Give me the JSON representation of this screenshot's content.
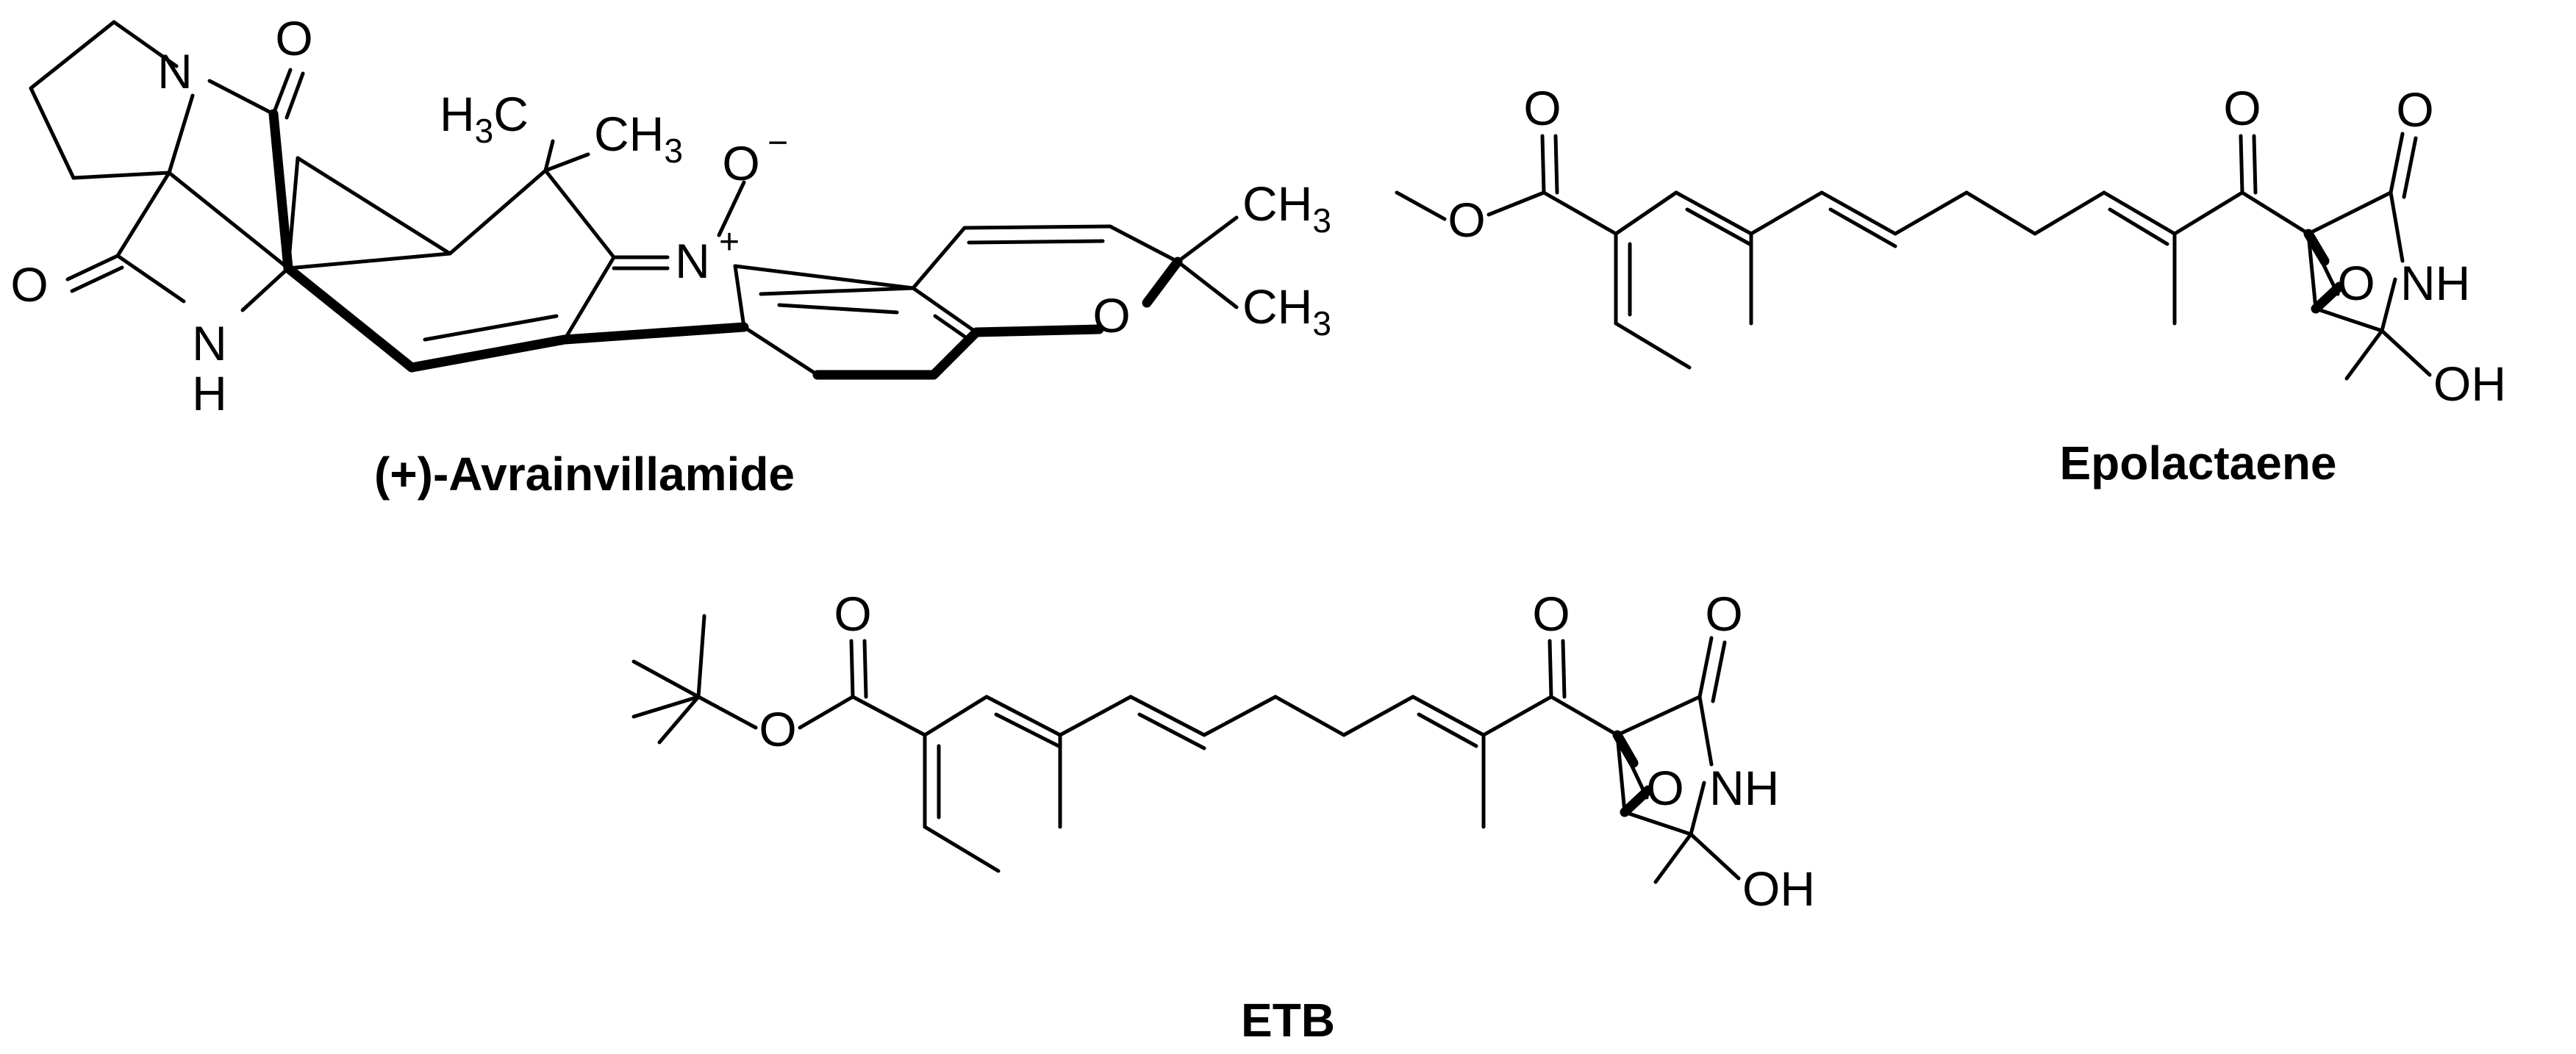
{
  "compounds": [
    {
      "name": "(+)-Avrainvillamide",
      "atoms": {
        "n_ring": "N",
        "o_ketone": "O",
        "o_lactam": "O",
        "nh_n": "N",
        "nh_h": "H",
        "me_h3": "H",
        "me_3a": "3",
        "me_c": "C",
        "ch3_c": "CH",
        "ch3_3": "3",
        "n_plus": "N",
        "plus": "+",
        "o_minus": "O",
        "minus": "−",
        "ch3_top": "CH",
        "ch3_top_3": "3",
        "ch3_bot": "CH",
        "ch3_bot_3": "3",
        "o_pyran": "O"
      }
    },
    {
      "name": "Epolactaene",
      "atoms": {
        "o_ester_carbonyl": "O",
        "o_ester": "O",
        "o_ketone": "O",
        "o_lactam": "O",
        "o_epoxide": "O",
        "nh": "NH",
        "oh": "OH"
      }
    },
    {
      "name": "ETB",
      "atoms": {
        "o_ester_carbonyl": "O",
        "o_ester": "O",
        "o_ketone": "O",
        "o_lactam": "O",
        "o_epoxide": "O",
        "nh": "NH",
        "oh": "OH"
      }
    }
  ]
}
